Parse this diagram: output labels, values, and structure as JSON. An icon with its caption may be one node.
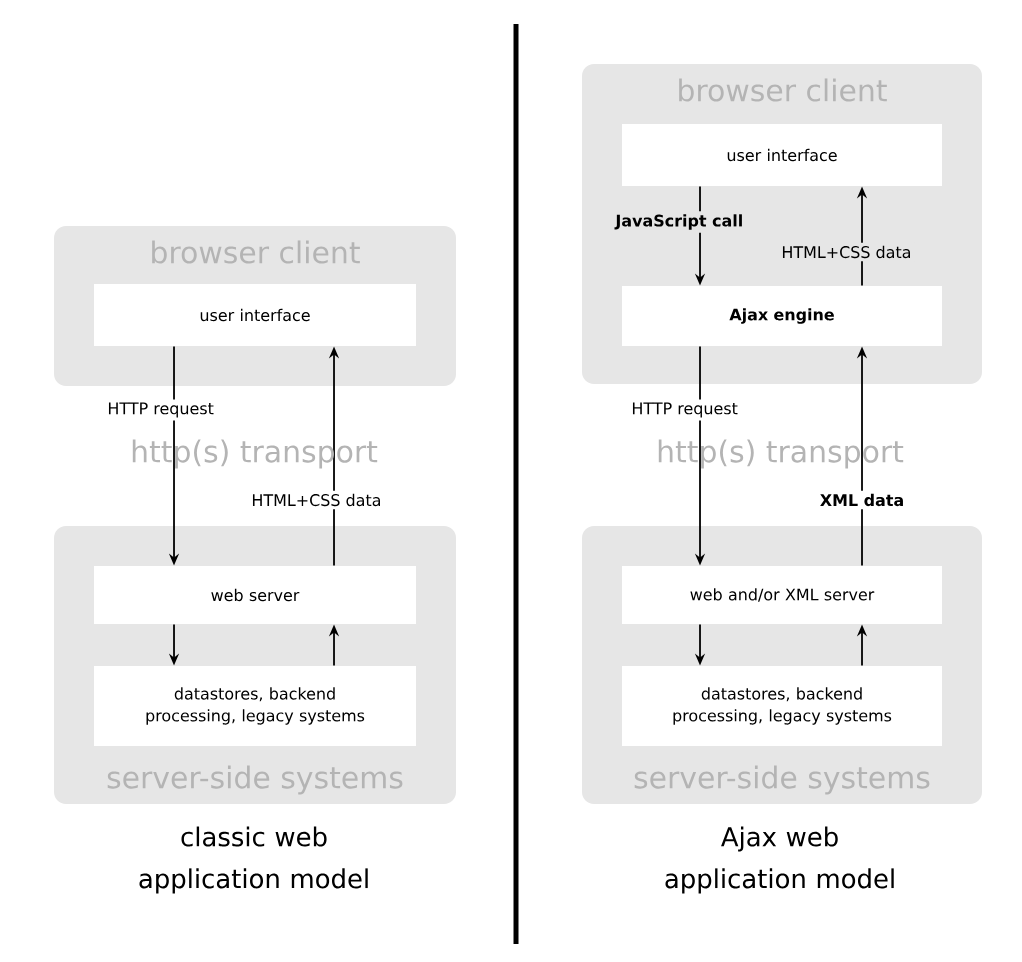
{
  "diagram": {
    "nodes": [
      {
        "text": [
          "browser client"
        ]
      },
      {
        "text": [
          "user interface"
        ],
        "in": 0
      },
      {
        "text": [
          "server-side systems"
        ]
      },
      {
        "text": [
          "web server"
        ],
        "in": 2
      },
      {
        "text": [
          "datastores, backend processing, legacy systems"
        ],
        "in": 2
      },
      {
        "text": [
          "browser client"
        ]
      },
      {
        "text": [
          "user interface"
        ],
        "in": 5
      },
      {
        "text": [
          "**Ajax engine**"
        ],
        "in": 5
      },
      {
        "text": [
          "server-side systems"
        ]
      },
      {
        "text": [
          "web and/or XML server"
        ],
        "in": 8
      },
      {
        "text": [
          "datastores, backend processing, legacy systems"
        ],
        "in": 8
      }
    ],
    "edges": [
      {
        "from": 1,
        "to": 3,
        "arrow": "to",
        "label": "HTTP request"
      },
      {
        "from": 3,
        "to": 1,
        "arrow": "to",
        "label": "HTML+CSS data"
      },
      {
        "from": 3,
        "to": 4,
        "arrow": "to"
      },
      {
        "from": 4,
        "to": 3,
        "arrow": "to"
      },
      {
        "from": 6,
        "to": 7,
        "arrow": "to",
        "label": "**JavaScript call**"
      },
      {
        "from": 7,
        "to": 6,
        "arrow": "to",
        "label": "HTML+CSS data"
      },
      {
        "from": 7,
        "to": 9,
        "arrow": "to",
        "label": "HTTP request"
      },
      {
        "from": 9,
        "to": 7,
        "arrow": "to",
        "label": "**XML data**"
      },
      {
        "from": 9,
        "to": 10,
        "arrow": "to"
      },
      {
        "from": 10,
        "to": 9,
        "arrow": "to"
      }
    ],
    "labels": [
      "http(s) transport",
      "http(s) transport",
      "classic web application model",
      "Ajax web application model"
    ]
  }
}
